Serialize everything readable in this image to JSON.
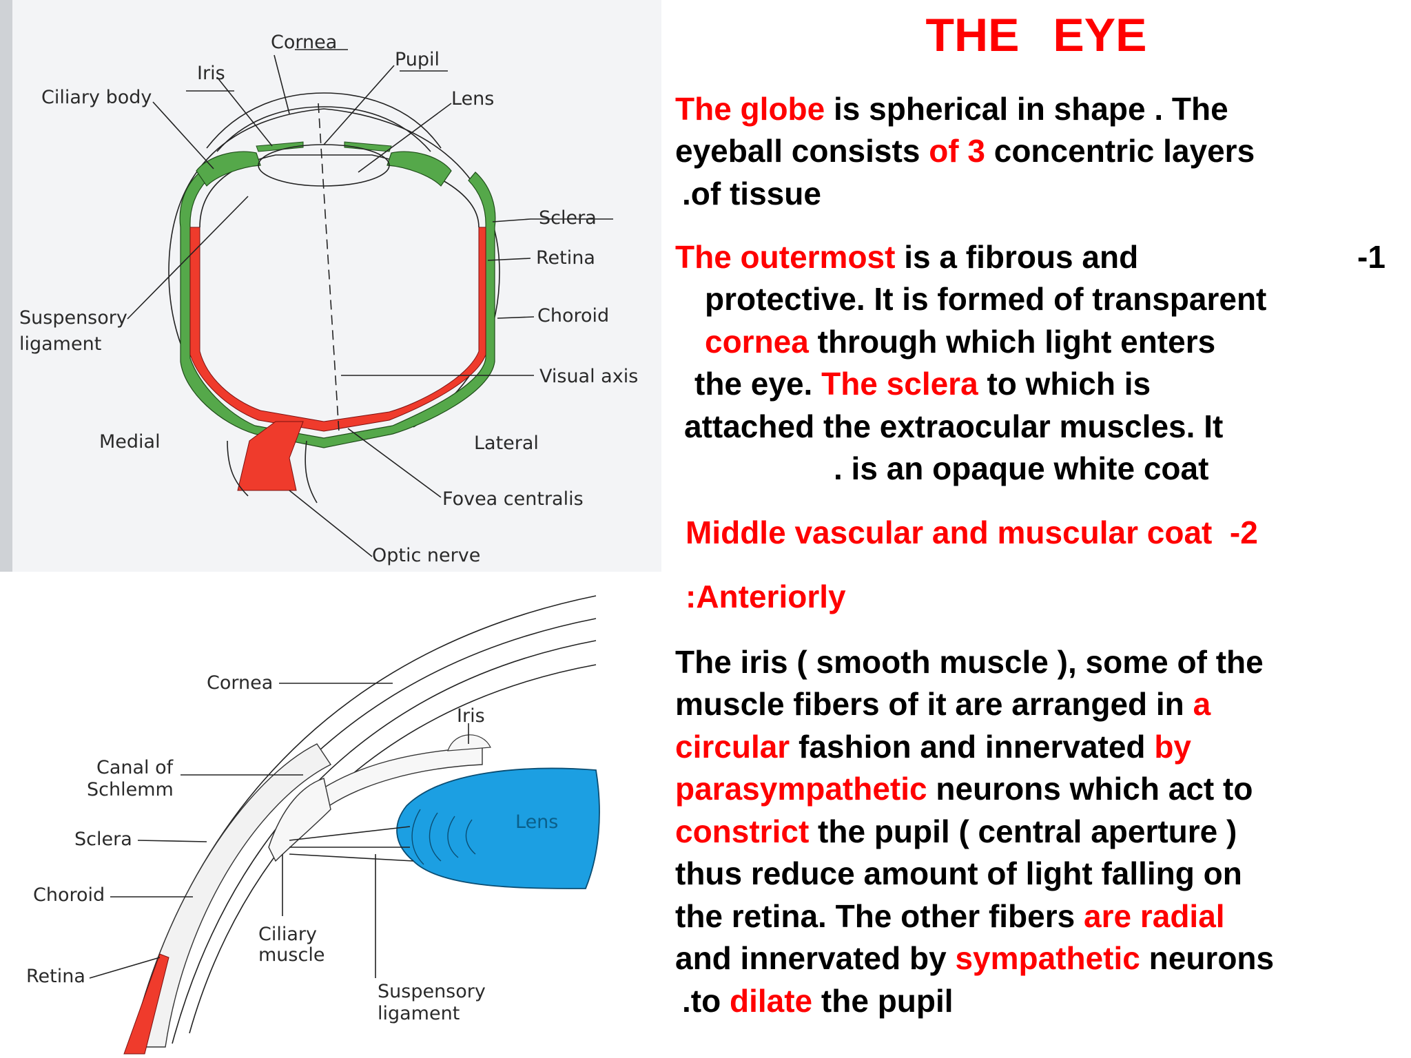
{
  "title": "THE   EYE",
  "diagram_top": {
    "labels": {
      "cornea": "Cornea",
      "pupil": "Pupil",
      "iris": "Iris",
      "ciliary_body": "Ciliary body",
      "lens": "Lens",
      "sclera": "Sclera",
      "retina": "Retina",
      "choroid": "Choroid",
      "suspensory_1": "Suspensory",
      "suspensory_2": "ligament",
      "visual_axis": "Visual axis",
      "medial": "Medial",
      "lateral": "Lateral",
      "fovea": "Fovea centralis",
      "optic_nerve": "Optic nerve"
    }
  },
  "diagram_bottom": {
    "labels": {
      "cornea": "Cornea",
      "iris": "Iris",
      "canal_1": "Canal of",
      "canal_2": "Schlemm",
      "lens": "Lens",
      "sclera": "Sclera",
      "choroid": "Choroid",
      "ciliary_1": "Ciliary",
      "ciliary_2": "muscle",
      "retina": "Retina",
      "suspensory_1": "Suspensory",
      "suspensory_2": "ligament"
    }
  },
  "colors": {
    "accent_red": "#ff0000",
    "green_layer": "#55a84a",
    "lens_blue": "#1c9fe2",
    "text": "#000000"
  },
  "text": {
    "p1": {
      "l1": [
        {
          "t": "The globe",
          "c": "red"
        },
        {
          "t": " is spherical in shape . The"
        }
      ],
      "l2": [
        {
          "t": "eyeball consists "
        },
        {
          "t": "of 3",
          "c": "red"
        },
        {
          "t": " concentric layers"
        }
      ],
      "l3": [
        {
          "t": ".of tissue"
        }
      ]
    },
    "p2": {
      "l1": [
        {
          "t": "The outermost",
          "c": "red"
        },
        {
          "t": " is a fibrous and"
        }
      ],
      "num": "-1",
      "l2": [
        {
          "t": "protective. It is formed of transparent"
        }
      ],
      "l3": [
        {
          "t": "cornea",
          "c": "red"
        },
        {
          "t": " through which light enters"
        }
      ],
      "l4": [
        {
          "t": "the eye. "
        },
        {
          "t": "The sclera",
          "c": "red"
        },
        {
          "t": " to which is"
        }
      ],
      "l5": [
        {
          "t": "attached the extraocular muscles. It"
        }
      ],
      "l6": [
        {
          "t": ". is an opaque white coat"
        }
      ]
    },
    "p3": {
      "l1": [
        {
          "t": "Middle vascular and muscular coat  -2",
          "c": "red"
        }
      ]
    },
    "p4": {
      "l1": [
        {
          "t": ":Anteriorly",
          "c": "red"
        }
      ]
    },
    "p5": {
      "l1": [
        {
          "t": "The iris ( smooth muscle ), some of the"
        }
      ],
      "l2": [
        {
          "t": "muscle fibers of it are arranged in "
        },
        {
          "t": "a",
          "c": "red"
        }
      ],
      "l3": [
        {
          "t": "circular",
          "c": "red"
        },
        {
          "t": " fashion and innervated "
        },
        {
          "t": "by",
          "c": "red"
        }
      ],
      "l4": [
        {
          "t": "parasympathetic",
          "c": "red"
        },
        {
          "t": " neurons which act to"
        }
      ],
      "l5": [
        {
          "t": "constrict",
          "c": "red"
        },
        {
          "t": " the pupil ( central aperture )"
        }
      ],
      "l6": [
        {
          "t": "thus reduce amount of light falling on"
        }
      ],
      "l7": [
        {
          "t": "the retina. The other fibers "
        },
        {
          "t": "are radial",
          "c": "red"
        }
      ],
      "l8": [
        {
          "t": "and innervated by "
        },
        {
          "t": "sympathetic",
          "c": "red"
        },
        {
          "t": " neurons"
        }
      ],
      "l9": [
        {
          "t": ".to "
        },
        {
          "t": "dilate",
          "c": "red"
        },
        {
          "t": " the pupil"
        }
      ]
    }
  }
}
